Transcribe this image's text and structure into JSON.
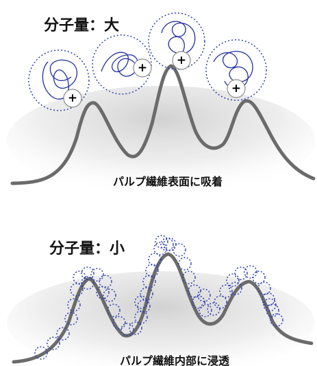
{
  "panels": [
    {
      "title": "分子量：大",
      "caption": "パルプ繊維表面に吸着"
    },
    {
      "title": "分子量：小",
      "caption": "パルプ繊維内部に浸透"
    }
  ],
  "colors": {
    "fiber": "#6b6b6b",
    "polymer": "#1f2f9e",
    "dotted": "#2d3fb0",
    "charge": "#000000",
    "shadow": "#d8d8d8"
  },
  "icons": {
    "charge": "plus-sign"
  }
}
